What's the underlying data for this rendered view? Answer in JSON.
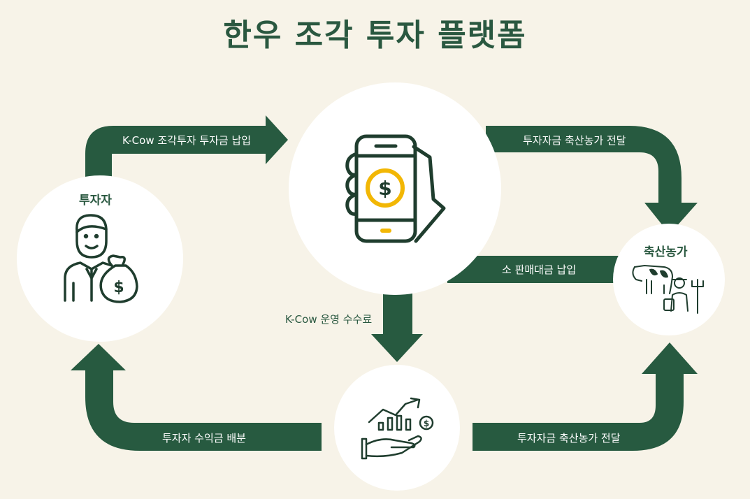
{
  "title": "한우 조각 투자 플랫폼",
  "nodes": {
    "investor": "투자자",
    "farm": "축산농가"
  },
  "flows": {
    "investment_in": "K-Cow 조각투자 투자금 납입",
    "to_farm_top": "투자자금 축산농가 전달",
    "sale_payment": "소 판매대금 납입",
    "fee": "K-Cow 운영 수수료",
    "profit_share": "투자자 수익금 배분",
    "to_farm_bottom": "투자자금 축산농가 전달"
  },
  "colors": {
    "background": "#f7f3e8",
    "arrow": "#275a40",
    "accent_coin": "#f2b705",
    "icon": "#1f3d2e"
  },
  "icons": [
    "investor-icon",
    "smartphone-payment-icon",
    "farm-icon",
    "growth-investment-icon"
  ]
}
